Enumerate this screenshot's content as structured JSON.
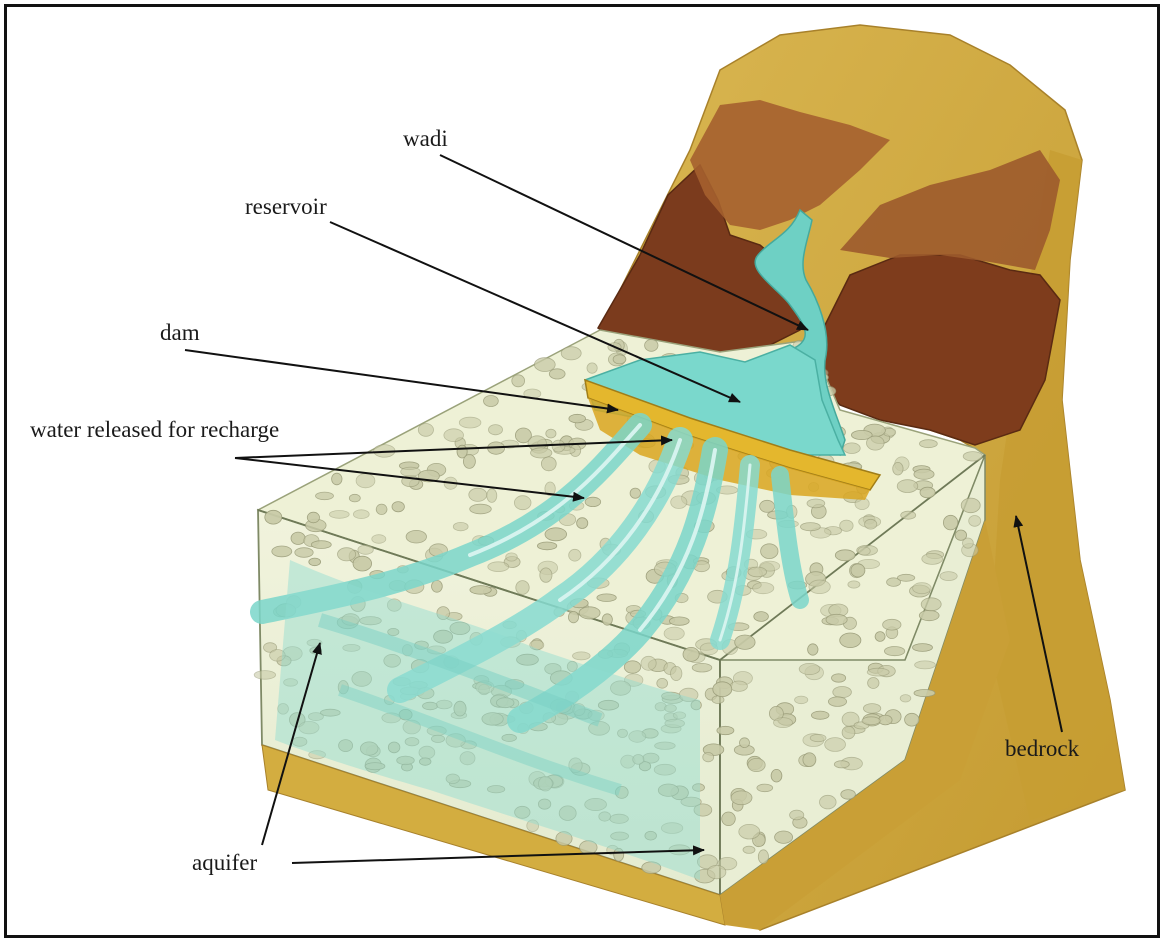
{
  "diagram": {
    "labels": {
      "wadi": "wadi",
      "reservoir": "reservoir",
      "dam": "dam",
      "water_released": "water released for recharge",
      "aquifer": "aquifer",
      "bedrock": "bedrock"
    }
  },
  "colors": {
    "water": "#6ad3c6",
    "water_light": "#b9ece4",
    "dam": "#e3b62c",
    "rock_dark": "#7a3a1c",
    "rock_mid": "#a0582c",
    "bedrock": "#c9a43a",
    "bedrock_light": "#d8b650",
    "sediment": "#eef2d8",
    "pebble": "#c9cba8",
    "arrow": "#111111"
  }
}
